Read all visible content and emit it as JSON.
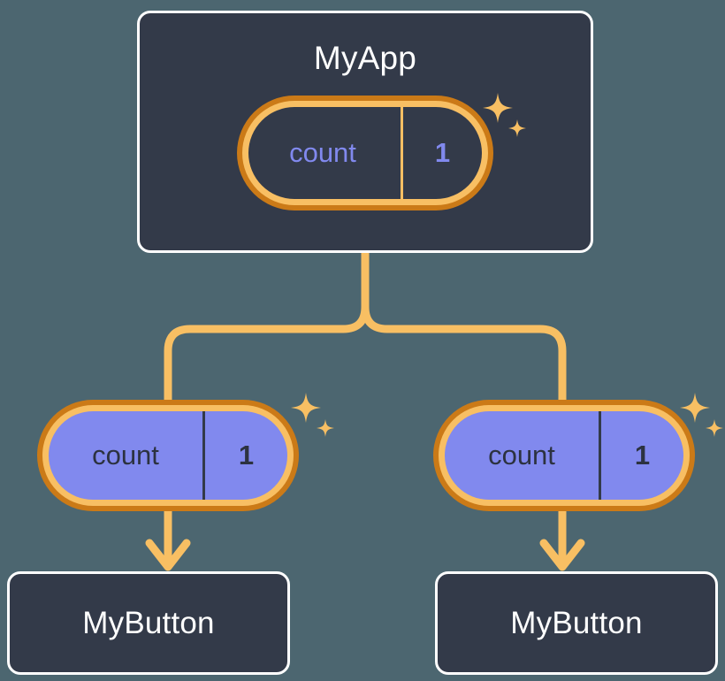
{
  "diagram": {
    "title": "MyApp state propagation tree",
    "background_color": "#4c6670",
    "accent_colors": {
      "ring_outer": "#cb7a17",
      "ring_inner": "#f8bf63",
      "connector": "#f8bf63",
      "state_value": "#8189ee",
      "card_fill": "#333a49",
      "card_border": "#ffffff"
    }
  },
  "root": {
    "label": "MyApp",
    "state": {
      "key": "count",
      "value": "1",
      "variant": "dark",
      "sparkle": "sparkle-icon"
    }
  },
  "children": [
    {
      "state": {
        "key": "count",
        "value": "1",
        "variant": "purple",
        "sparkle": "sparkle-icon"
      },
      "label": "MyButton"
    },
    {
      "state": {
        "key": "count",
        "value": "1",
        "variant": "purple",
        "sparkle": "sparkle-icon"
      },
      "label": "MyButton"
    }
  ],
  "connectors": {
    "trunk": "vertical-branch-connector",
    "arrows": [
      "down-arrow-icon",
      "down-arrow-icon"
    ]
  }
}
